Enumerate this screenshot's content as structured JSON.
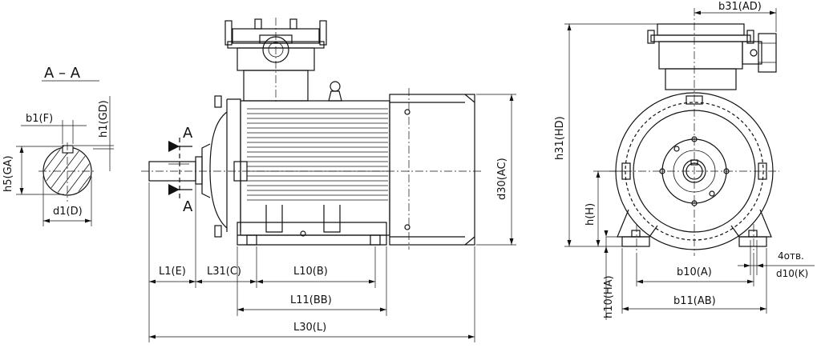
{
  "section": {
    "title": "A – A",
    "b1": "b1(F)",
    "h1": "h1(GD)",
    "h5": "h5(GA)",
    "d1": "d1(D)"
  },
  "side_view": {
    "arrow_label_top": "A",
    "arrow_label_bottom": "A",
    "l1": "L1(E)",
    "l31": "L31(C)",
    "l10": "L10(B)",
    "l11": "L11(BB)",
    "l30": "L30(L)",
    "d30": "d30(AC)"
  },
  "end_view": {
    "b31": "b31(AD)",
    "h31": "h31(HD)",
    "h": "h(H)",
    "h10": "h10(HA)",
    "b10": "b10(A)",
    "b11": "b11(AB)",
    "holes": "4отв.",
    "d10": "d10(K)"
  }
}
